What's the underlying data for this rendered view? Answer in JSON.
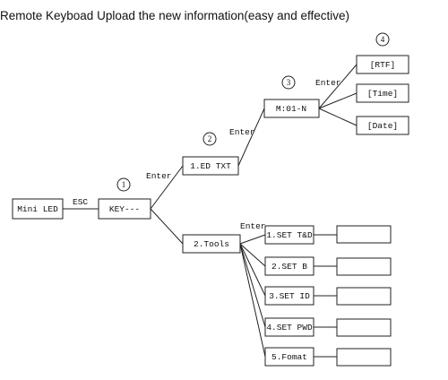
{
  "title": "Remote Keyboad Upload the new information(easy and effective)",
  "nodes": {
    "mini_led": "Mini LED",
    "key": "KEY---",
    "ed_txt": "1.ED TXT",
    "tools": "2.Tools",
    "m01n": "M:01-N",
    "rtf": "[RTF]",
    "time": "[Time]",
    "date": "[Date]",
    "set_td": "1.SET T&D",
    "set_b": "2.SET B",
    "set_id": "3.SET ID",
    "set_pwd": "4.SET PWD",
    "fomat": "5.Fomat"
  },
  "edge_labels": {
    "esc": "ESC",
    "enter_key": "Enter",
    "enter_edtxt": "Enter",
    "enter_m01n": "Enter",
    "enter_tools": "Enter"
  },
  "step_numbers": {
    "one": "1",
    "two": "2",
    "three": "3",
    "four": "4"
  }
}
